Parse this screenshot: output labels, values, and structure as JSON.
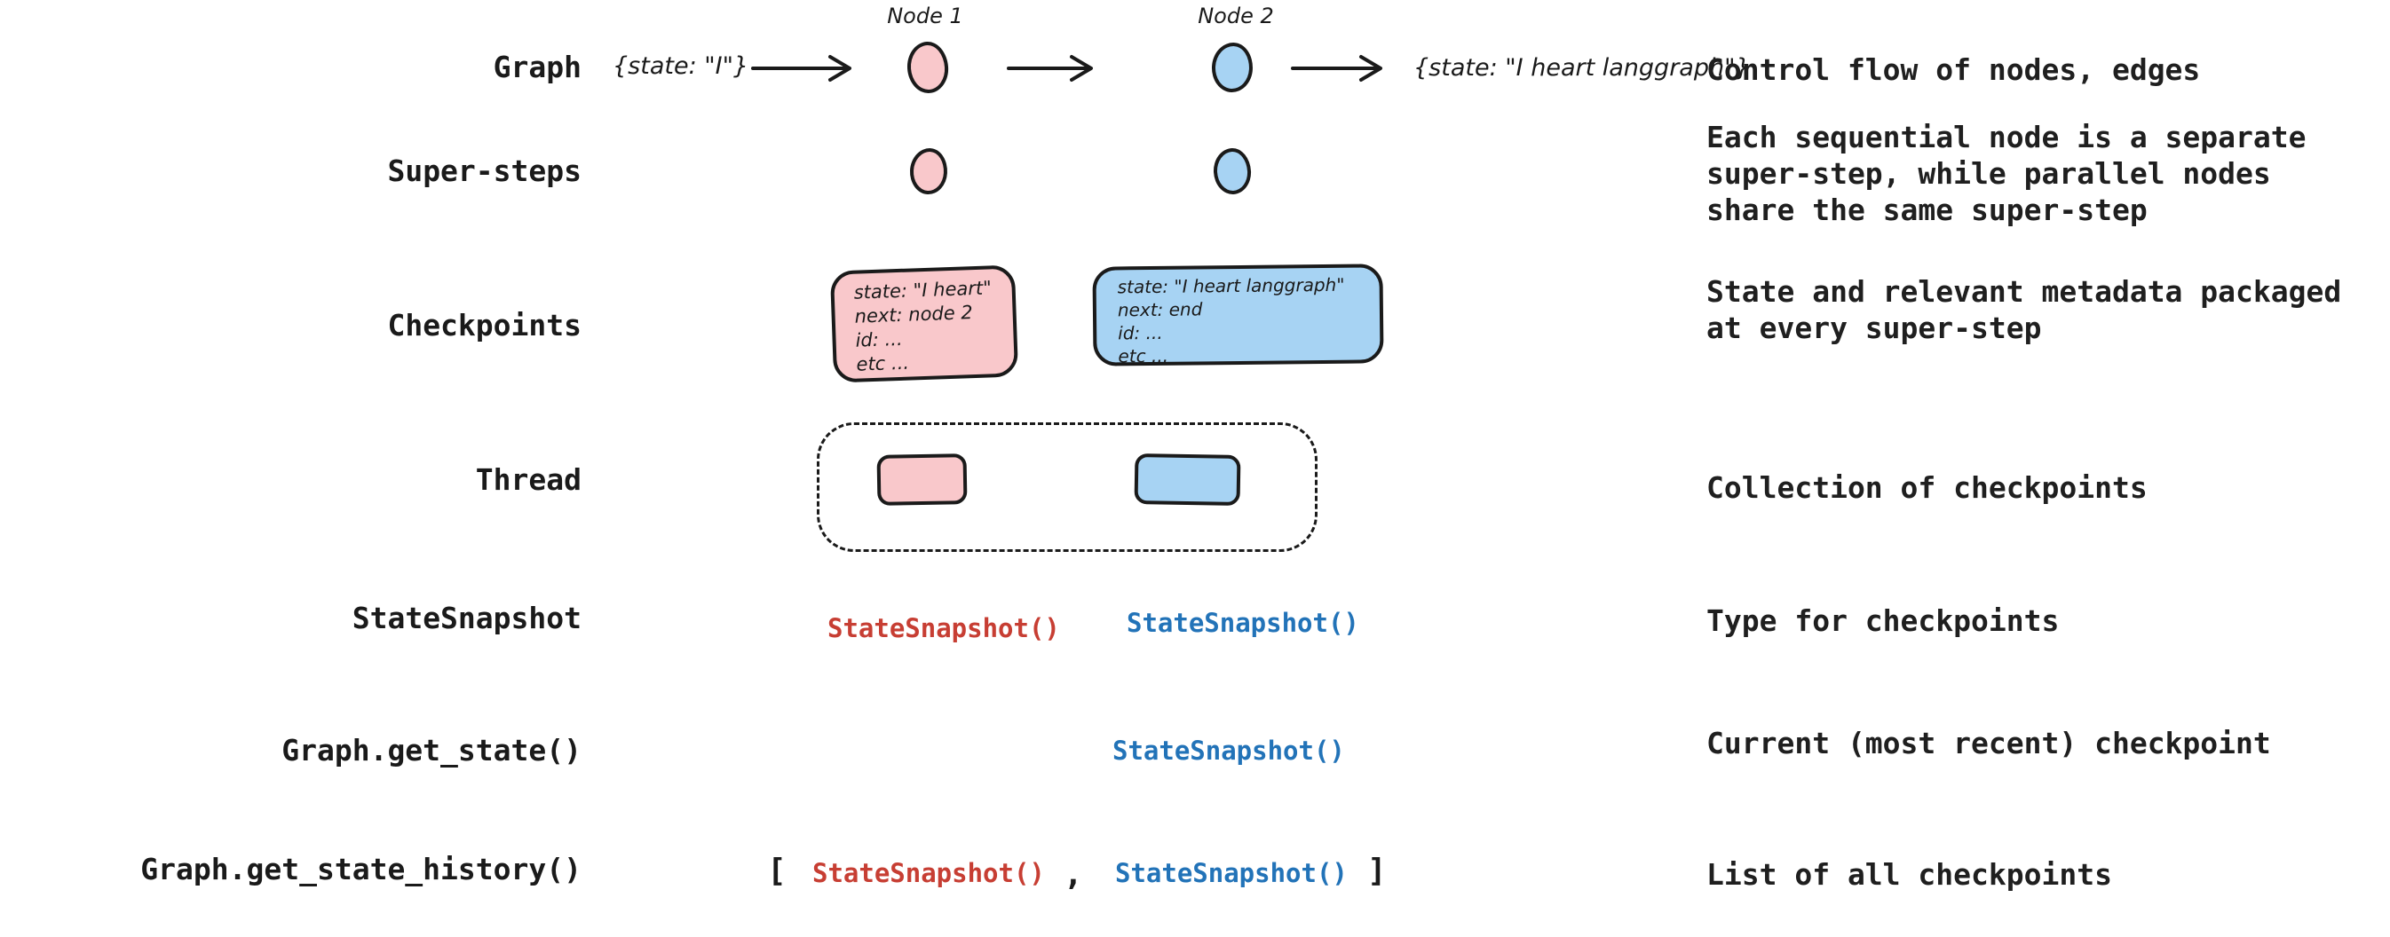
{
  "colors": {
    "ink": "#1a1a1a",
    "node_pink": "#F9C8CB",
    "node_blue": "#A7D3F3",
    "code_red": "#C73E33",
    "code_blue": "#2273B8",
    "background": "#ffffff"
  },
  "rows": {
    "graph": {
      "label": "Graph",
      "node1_title": "Node 1",
      "node2_title": "Node 2",
      "input_state": "{state: \"I\"}",
      "output_state": "{state: \"I heart langgraph\"}",
      "description": "Control flow of nodes, edges"
    },
    "super_steps": {
      "label": "Super-steps",
      "description_lines": [
        "Each sequential node is a separate",
        "super-step, while parallel nodes",
        "share the same super-step"
      ]
    },
    "checkpoints": {
      "label": "Checkpoints",
      "pink_box_lines": [
        "state: \"I heart\"",
        "next: node 2",
        "id: ...",
        "etc ..."
      ],
      "blue_box_lines": [
        "state: \"I heart langgraph\"",
        "next: end",
        "id: ...",
        "etc ..."
      ],
      "description_lines": [
        "State and relevant metadata packaged",
        "at every super-step"
      ]
    },
    "thread": {
      "label": "Thread",
      "description": "Collection of checkpoints"
    },
    "state_snapshot": {
      "label": "StateSnapshot",
      "red_code": "StateSnapshot()",
      "blue_code": "StateSnapshot()",
      "description": "Type for checkpoints"
    },
    "get_state": {
      "label": "Graph.get_state()",
      "blue_code": "StateSnapshot()",
      "description": "Current (most recent) checkpoint"
    },
    "get_state_history": {
      "label": "Graph.get_state_history()",
      "bracket_open": "[",
      "red_code": "StateSnapshot()",
      "comma": ",",
      "blue_code": "StateSnapshot()",
      "bracket_close": "]",
      "description": "List of all checkpoints"
    }
  }
}
